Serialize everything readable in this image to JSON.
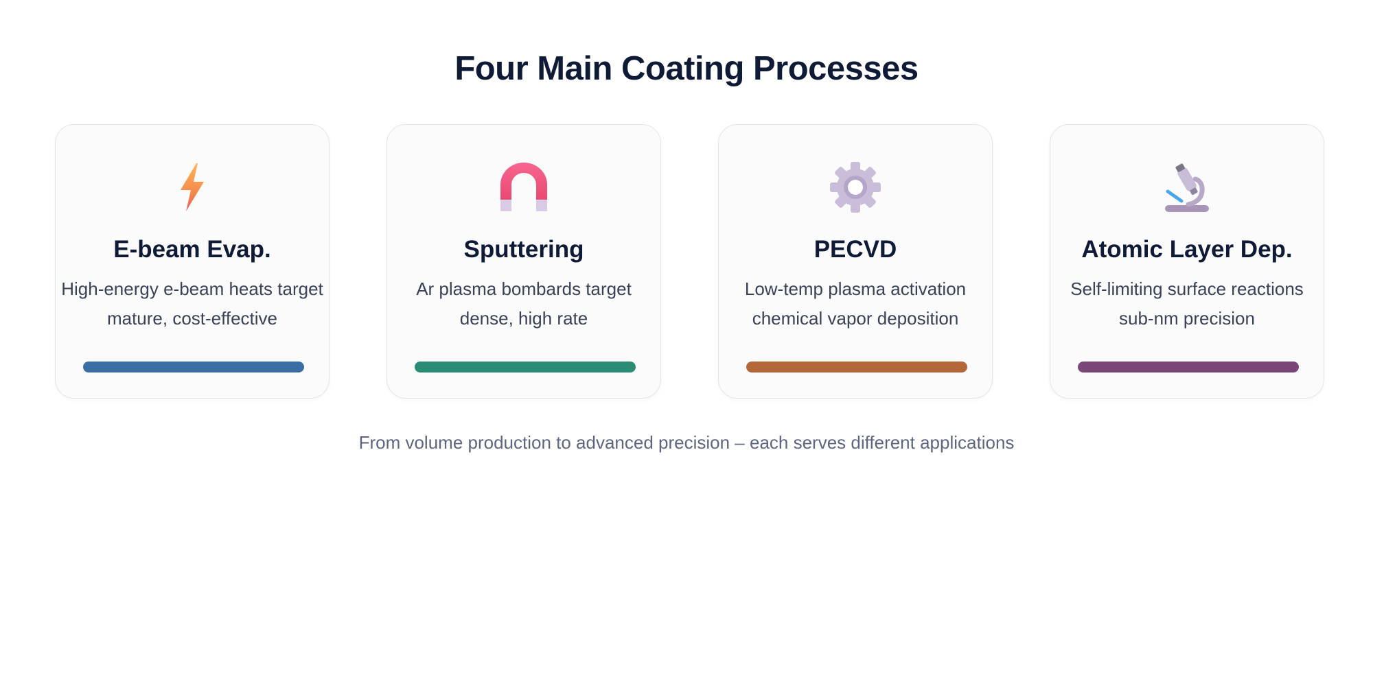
{
  "title": "Four Main Coating Processes",
  "cards": [
    {
      "icon": "lightning-icon",
      "title": "E-beam Evap.",
      "desc_line1": "High-energy e-beam heats target",
      "desc_line2": "mature, cost-effective",
      "accent": "#3a6ea5"
    },
    {
      "icon": "magnet-icon",
      "title": "Sputtering",
      "desc_line1": "Ar plasma bombards target",
      "desc_line2": "dense, high rate",
      "accent": "#2a8c74"
    },
    {
      "icon": "gear-icon",
      "title": "PECVD",
      "desc_line1": "Low-temp plasma activation",
      "desc_line2": "chemical vapor deposition",
      "accent": "#b3683a"
    },
    {
      "icon": "microscope-icon",
      "title": "Atomic Layer Dep.",
      "desc_line1": "Self-limiting surface reactions",
      "desc_line2": "sub-nm precision",
      "accent": "#7a4677"
    }
  ],
  "footnote": "From volume production to advanced precision – each serves different applications"
}
